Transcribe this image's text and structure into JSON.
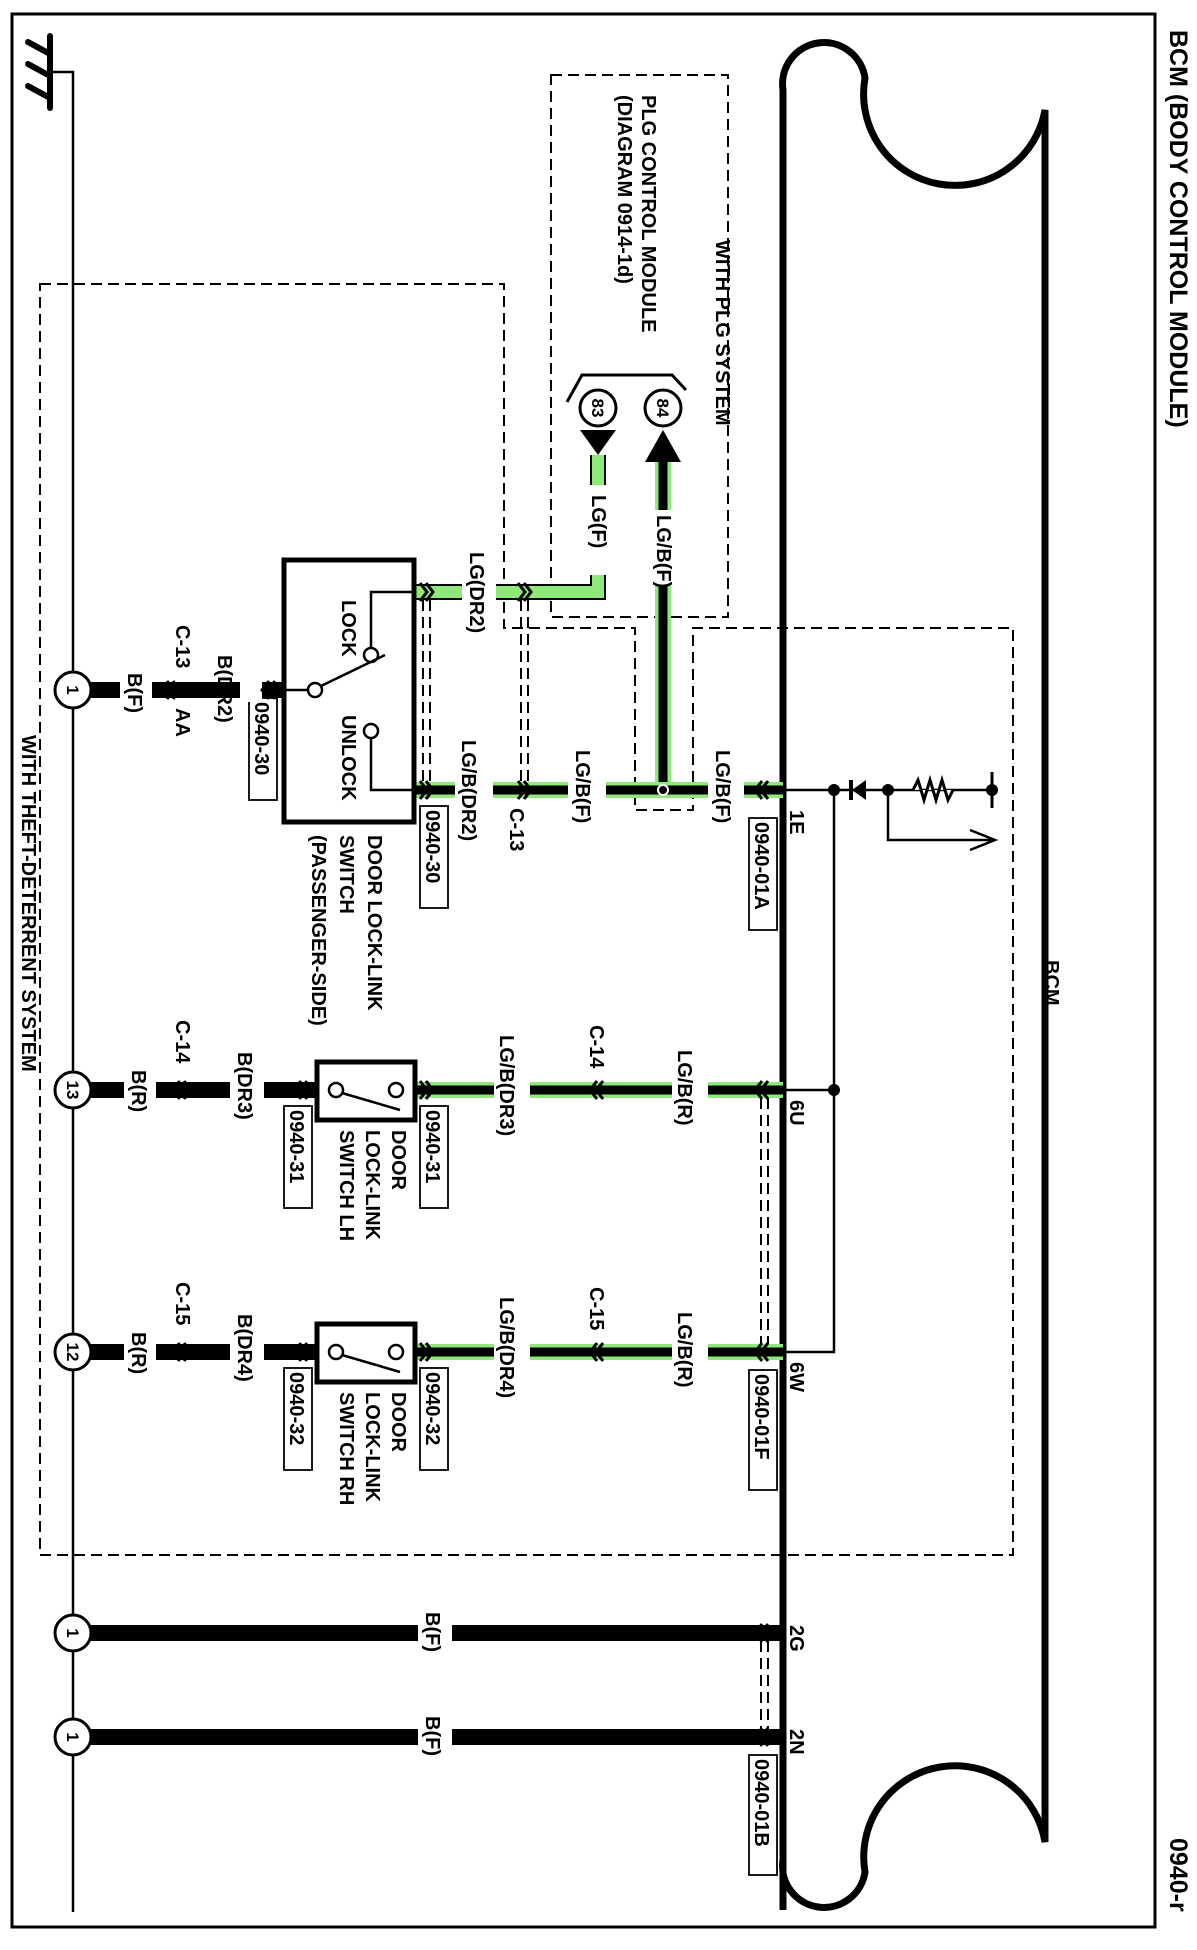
{
  "title": "BCM (BODY CONTROL MODULE)",
  "page_id": "0940-r",
  "bcm_label": "BCM",
  "colors": {
    "light_green": "#8fe87a",
    "black": "#000000"
  },
  "groups": {
    "plg": "WITH PLG SYSTEM",
    "theft": "WITH THEFT-DETERRENT SYSTEM"
  },
  "plg_module": {
    "name": "PLG CONTROL MODULE",
    "ref": "(DIAGRAM 0914-1d)",
    "pins": [
      "83",
      "84"
    ],
    "wires": [
      "LG(F)",
      "LG/B(F)"
    ]
  },
  "passenger_switch": {
    "name_lines": [
      "DOOR LOCK-LINK",
      "SWITCH",
      "(PASSENGER-SIDE)"
    ],
    "lock": "LOCK",
    "unlock": "UNLOCK",
    "connector_left": "0940-30",
    "connector_right": "0940-30",
    "wire_lock": "LG(DR2)",
    "wire_unlock": "LG/B(DR2)",
    "wire_ground": "B(DR2)",
    "ground_conn": "C-13",
    "ground_conn_pin": "AA",
    "ground_wire": "B(F)",
    "ground_pt": "1",
    "inline_conn": "C-13",
    "main_wire": "LG/B(F)",
    "bcm_wire": "LG/B(F)",
    "bcm_pin": "1E",
    "bcm_conn": "0940-01A"
  },
  "lh_switch": {
    "name_lines": [
      "DOOR",
      "LOCK-LINK",
      "SWITCH LH"
    ],
    "connector_left": "0940-31",
    "connector_right": "0940-31",
    "wire_out": "LG/B(DR3)",
    "inline_conn": "C-14",
    "bcm_wire": "LG/B(R)",
    "bcm_pin": "6U",
    "wire_ground": "B(DR3)",
    "ground_conn": "C-14",
    "ground_wire": "B(R)",
    "ground_pt": "13"
  },
  "rh_switch": {
    "name_lines": [
      "DOOR",
      "LOCK-LINK",
      "SWITCH RH"
    ],
    "connector_left": "0940-32",
    "connector_right": "0940-32",
    "wire_out": "LG/B(DR4)",
    "inline_conn": "C-15",
    "bcm_wire": "LG/B(R)",
    "bcm_pin": "6W",
    "bcm_conn": "0940-01F",
    "wire_ground": "B(DR4)",
    "ground_conn": "C-15",
    "ground_wire": "B(R)",
    "ground_pt": "12"
  },
  "grounds": [
    {
      "pin": "2G",
      "wire": "B(F)",
      "ground_pt": "1"
    },
    {
      "pin": "2N",
      "wire": "B(F)",
      "ground_pt": "1",
      "bcm_conn": "0940-01B"
    }
  ]
}
